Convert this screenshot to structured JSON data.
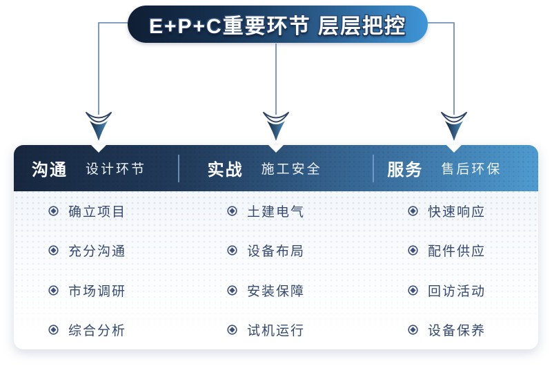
{
  "banner": {
    "title": "E+P+C重要环节 层层把控"
  },
  "columns": [
    {
      "name": "沟通",
      "subtitle": "设计环节",
      "items": [
        "确立项目",
        "充分沟通",
        "市场调研",
        "综合分析"
      ]
    },
    {
      "name": "实战",
      "subtitle": "施工安全",
      "items": [
        "土建电气",
        "设备布局",
        "安装保障",
        "试机运行"
      ]
    },
    {
      "name": "服务",
      "subtitle": "售后环保",
      "items": [
        "快速响应",
        "配件供应",
        "回访活动",
        "设备保养"
      ]
    }
  ],
  "icons": {
    "bullet": "diamond-in-circle",
    "arrow": "down-arrow"
  },
  "colors": {
    "banner_dark": "#0f1e33",
    "banner_light": "#3f96d8",
    "header_dark": "#17273f",
    "header_light": "#4e9bd0",
    "item_text": "#35486f",
    "connector_line": "#5b7fae"
  }
}
